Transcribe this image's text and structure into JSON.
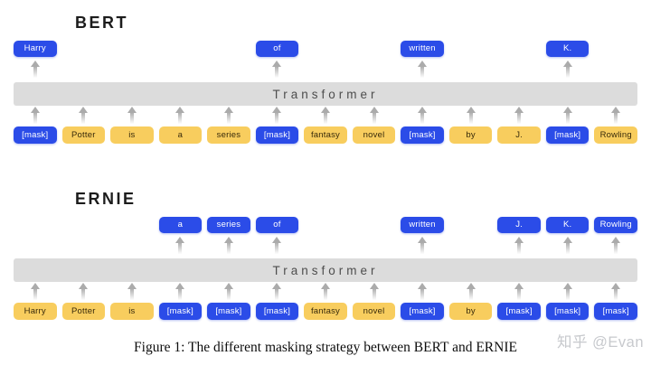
{
  "figure": {
    "caption": "Figure 1: The different masking strategy between BERT and ERNIE",
    "watermark": "知乎 @Evan"
  },
  "colors": {
    "masked_token": "#2B4CE8",
    "plain_token": "#F8CD5E",
    "transformer_bar": "#DCDCDC",
    "arrow": "#ABABAB"
  },
  "sections": [
    {
      "title": "BERT",
      "transformer_label": "Transformer",
      "columns": 13,
      "outputs": [
        {
          "col": 1,
          "text": "Harry"
        },
        {
          "col": 6,
          "text": "of"
        },
        {
          "col": 9,
          "text": "written"
        },
        {
          "col": 12,
          "text": "K."
        }
      ],
      "inputs": [
        {
          "text": "[mask]",
          "masked": true
        },
        {
          "text": "Potter",
          "masked": false
        },
        {
          "text": "is",
          "masked": false
        },
        {
          "text": "a",
          "masked": false
        },
        {
          "text": "series",
          "masked": false
        },
        {
          "text": "[mask]",
          "masked": true
        },
        {
          "text": "fantasy",
          "masked": false
        },
        {
          "text": "novel",
          "masked": false
        },
        {
          "text": "[mask]",
          "masked": true
        },
        {
          "text": "by",
          "masked": false
        },
        {
          "text": "J.",
          "masked": false
        },
        {
          "text": "[mask]",
          "masked": true
        },
        {
          "text": "Rowling",
          "masked": false
        }
      ]
    },
    {
      "title": "ERNIE",
      "transformer_label": "Transformer",
      "columns": 13,
      "outputs": [
        {
          "col": 4,
          "text": "a"
        },
        {
          "col": 5,
          "text": "series"
        },
        {
          "col": 6,
          "text": "of"
        },
        {
          "col": 9,
          "text": "written"
        },
        {
          "col": 11,
          "text": "J."
        },
        {
          "col": 12,
          "text": "K."
        },
        {
          "col": 13,
          "text": "Rowling"
        }
      ],
      "inputs": [
        {
          "text": "Harry",
          "masked": false
        },
        {
          "text": "Potter",
          "masked": false
        },
        {
          "text": "is",
          "masked": false
        },
        {
          "text": "[mask]",
          "masked": true
        },
        {
          "text": "[mask]",
          "masked": true
        },
        {
          "text": "[mask]",
          "masked": true
        },
        {
          "text": "fantasy",
          "masked": false
        },
        {
          "text": "novel",
          "masked": false
        },
        {
          "text": "[mask]",
          "masked": true
        },
        {
          "text": "by",
          "masked": false
        },
        {
          "text": "[mask]",
          "masked": true
        },
        {
          "text": "[mask]",
          "masked": true
        },
        {
          "text": "[mask]",
          "masked": true
        }
      ]
    }
  ]
}
